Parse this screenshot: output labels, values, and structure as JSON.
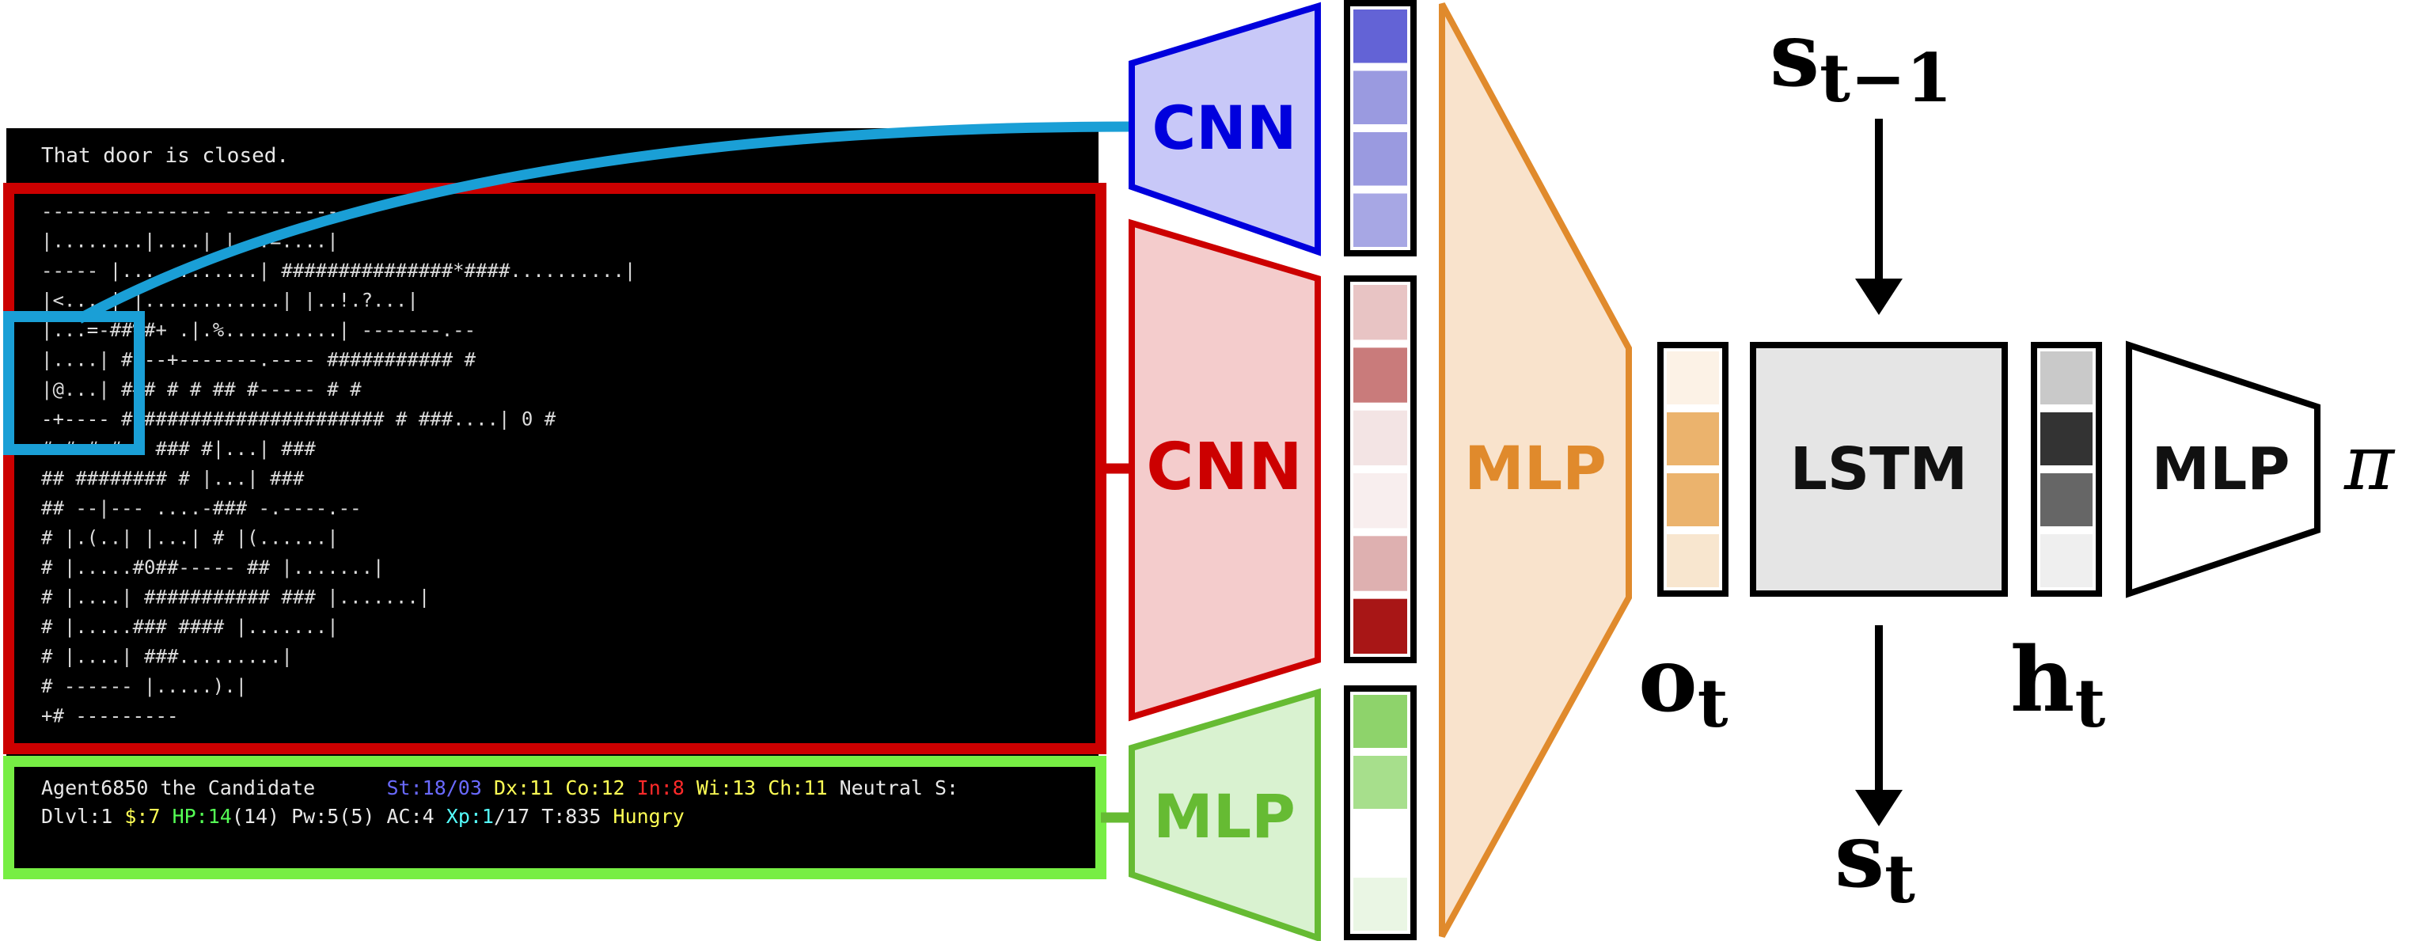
{
  "terminal": {
    "message": "That door is closed.",
    "map_rows": [
      "                  ---------------                               ----------",
      "                  |........|....|                               |...=....|",
      "  -----           |............|  ###############*####..........|",
      "  |<....|         |............|                                |..!.?...|",
      "  |...=-##%#+    .|.%..........|                                -------.--",
      "  |....|    #     --+-------.----      ###########                      #",
      "  |@...|    ###   #       #       ##       #-----      #                #",
      "  -+----    # ##################### #      ###....|    0                #",
      "            #    #       #         #  # ### #|...|                    ###",
      "           ##                      ######## # |...|              ###",
      "          ##                       --|---     ....-###       -.----.--",
      "          #                        |.(..|     |...|  #       |(......|",
      "          #                        |.....#0##-----  ##       |.......|",
      "         #                         |....|  ########### ###   |.......|",
      "         #                         |.....###        ####     |.......|",
      "         #                         |....|                ###.........|",
      "         #                         ------                    |.....).|",
      "        +#                                                   ---------"
    ],
    "status_line_1": [
      {
        "text": "Agent6850 the Candidate      ",
        "color": "#e8e8e8"
      },
      {
        "text": "St:18/03",
        "color": "#6a6aff"
      },
      {
        "text": " ",
        "color": "#e8e8e8"
      },
      {
        "text": "Dx:11",
        "color": "#ffff55"
      },
      {
        "text": " ",
        "color": "#e8e8e8"
      },
      {
        "text": "Co:12",
        "color": "#ffff55"
      },
      {
        "text": " ",
        "color": "#e8e8e8"
      },
      {
        "text": "In:8",
        "color": "#ff2a2a"
      },
      {
        "text": " ",
        "color": "#e8e8e8"
      },
      {
        "text": "Wi:13",
        "color": "#ffff55"
      },
      {
        "text": " ",
        "color": "#e8e8e8"
      },
      {
        "text": "Ch:11",
        "color": "#ffff55"
      },
      {
        "text": " Neutral S:",
        "color": "#e8e8e8"
      }
    ],
    "status_line_2": [
      {
        "text": "Dlvl:1 ",
        "color": "#e8e8e8"
      },
      {
        "text": "$:7",
        "color": "#ffff55"
      },
      {
        "text": " ",
        "color": "#e8e8e8"
      },
      {
        "text": "HP:14",
        "color": "#55ff55"
      },
      {
        "text": "(14) Pw:5(5) AC:4 ",
        "color": "#e8e8e8"
      },
      {
        "text": "Xp:1",
        "color": "#55ffff"
      },
      {
        "text": "/17 T:835 ",
        "color": "#e8e8e8"
      },
      {
        "text": "Hungry",
        "color": "#ffff55"
      }
    ]
  },
  "encoders": {
    "top": {
      "label": "CNN",
      "color": "#0000dd",
      "fill": "#c8c8f8"
    },
    "middle": {
      "label": "CNN",
      "color": "#cc0000",
      "fill": "#f4cccc"
    },
    "bottom": {
      "label": "MLP",
      "color": "#66bb33",
      "fill": "#d9f2d0"
    }
  },
  "fusion": {
    "label": "MLP",
    "color": "#e08a2c",
    "fill": "#f9e3cc"
  },
  "vectors": {
    "top": [
      "#6363d6",
      "#9a9ae0",
      "#9a9ae0",
      "#a7a7e4"
    ],
    "middle": [
      "#e8c4c4",
      "#c97b7b",
      "#f3e4e4",
      "#f8eeee",
      "#deb0b0",
      "#a81616"
    ],
    "bottom": [
      "#8ed36b",
      "#a7df8c",
      "#ffffff",
      "#eaf6e4"
    ],
    "observation": [
      "#fcf2e6",
      "#ebb36d",
      "#ebb36d",
      "#f8e6cf"
    ],
    "hidden": [
      "#c9c9c9",
      "#333333",
      "#666666",
      "#efefef"
    ]
  },
  "lstm": {
    "label": "LSTM",
    "fill": "#e5e5e5"
  },
  "policy": {
    "label": "MLP",
    "fill": "#ffffff"
  },
  "math": {
    "s_prev_base": "s",
    "s_prev_sub": "t−1",
    "s_next_base": "s",
    "s_next_sub": "t",
    "o_base": "o",
    "o_sub": "t",
    "h_base": "h",
    "h_sub": "t",
    "pi": "π"
  }
}
